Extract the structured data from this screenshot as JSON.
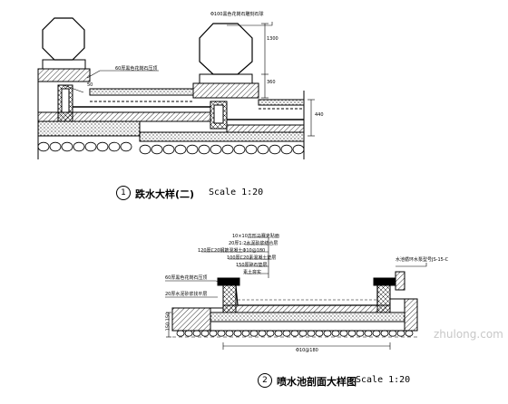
{
  "detail1": {
    "number": "1",
    "title": "跌水大样(二)",
    "scale": "Scale 1:20",
    "notes": {
      "ball": "Φ100黑色花岗石雕刻石球",
      "cap": "60厚黑色花岗石压顶",
      "dim_top": "1300",
      "dim_mid": "360",
      "dim_low": "50",
      "dim_right": "440"
    }
  },
  "detail2": {
    "number": "2",
    "title": "喷水池剖面大样图",
    "scale": "Scale 1:20",
    "layers": [
      "10×10方形马赛克贴面",
      "20厚1:2水泥砂浆结合层",
      "120厚C20钢筋混凝土Φ10@180",
      "100厚C20素混凝土垫层",
      "150厚碎石垫层",
      "素土夯实"
    ],
    "left_notes": [
      "60厚黑色花岗石压顶",
      "20厚水泥砂浆找平层"
    ],
    "right_note": "水池循环水泵型号JS-15-C",
    "rebar": "Φ10@180",
    "dim_left": "150 150"
  },
  "watermark": "zhulong.com",
  "colors": {
    "line": "#000000",
    "fill": "#000000",
    "paper": "#ffffff"
  }
}
